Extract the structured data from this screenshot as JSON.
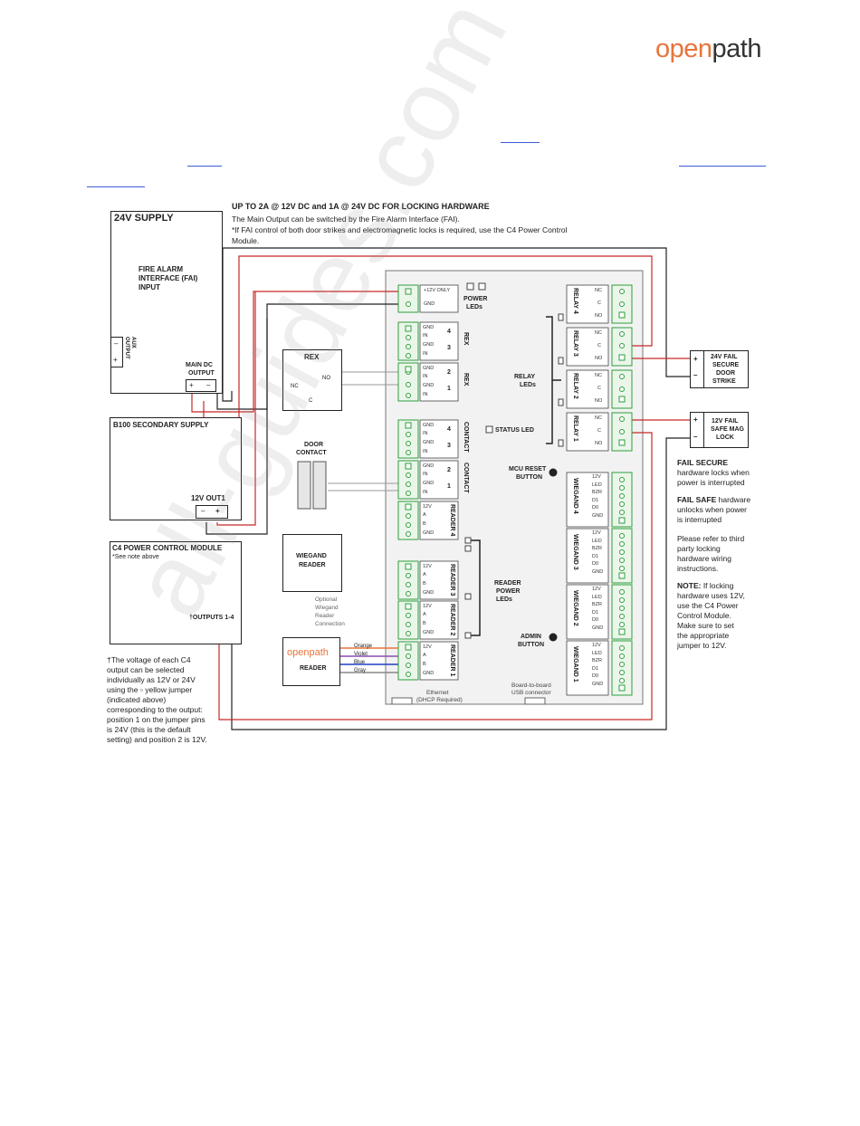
{
  "brand": {
    "logo_a": "open",
    "logo_b": "path"
  },
  "header": {
    "title": "UP TO 2A @ 12V DC and 1A @ 24V DC FOR LOCKING HARDWARE",
    "line1": "The Main Output can be switched by the Fire Alarm Interface (FAI).",
    "line2": "*If FAI control of both door strikes and electromagnetic locks is required, use the C4 Power Control",
    "line3": "Module."
  },
  "supply24": {
    "title": "24V SUPPLY",
    "fai": [
      "FIRE ALARM",
      "INTERFACE (FAI)",
      "INPUT"
    ],
    "aux": [
      "AUX",
      "OUTPUT"
    ],
    "main_dc": [
      "MAIN DC",
      "OUTPUT"
    ],
    "plus": "+",
    "minus": "–"
  },
  "b100": {
    "title": "B100 SECONDARY SUPPLY",
    "out": "12V OUT1",
    "minus": "–",
    "plus": "+"
  },
  "c4": {
    "title": "C4 POWER CONTROL MODULE",
    "note": "*See note above",
    "outputs": "†OUTPUTS 1-4",
    "footnote": [
      "†The voltage of each C4",
      "output can be selected",
      "individually as 12V or 24V",
      "using the ▫ yellow jumper",
      "(indicated above)",
      "corresponding to the output:",
      "position 1 on the jumper pins",
      "is 24V (this is the default",
      "setting) and position 2 is 12V."
    ]
  },
  "rex": {
    "title": "REX",
    "nc": "NC",
    "no": "NO",
    "c": "C"
  },
  "door_contact": [
    "DOOR",
    "CONTACT"
  ],
  "wiegand_reader": [
    "WIEGAND",
    "READER"
  ],
  "optional": [
    "Optional",
    "Wiegand",
    "Reader",
    "Connection"
  ],
  "op_reader": {
    "logo": "openpath",
    "label": "READER"
  },
  "wires": [
    "Orange",
    "Violet",
    "Blue",
    "Gray"
  ],
  "board": {
    "power": {
      "v12": "+12V ONLY",
      "gnd": "GND",
      "leds": [
        "POWER",
        "LEDs"
      ]
    },
    "rex_labels": [
      "REX",
      "REX"
    ],
    "rex_rows": [
      "GND",
      "IN",
      "GND",
      "IN"
    ],
    "rex_nums": [
      "4",
      "3",
      "2",
      "1"
    ],
    "contact_labels": [
      "CONTACT",
      "CONTACT"
    ],
    "reader_rows": [
      "12V",
      "A",
      "B",
      "GND"
    ],
    "reader_labels": [
      "READER 4",
      "READER 3",
      "READER 2",
      "READER 1"
    ],
    "status_led": "STATUS LED",
    "mcu_reset": [
      "MCU RESET",
      "BUTTON"
    ],
    "admin": [
      "ADMIN",
      "BUTTON"
    ],
    "relay_leds": [
      "RELAY",
      "LEDs"
    ],
    "reader_power_leds": [
      "READER",
      "POWER",
      "LEDs"
    ],
    "relay_rows": [
      "NC",
      "C",
      "NO"
    ],
    "relay_labels": [
      "RELAY 4",
      "RELAY 3",
      "RELAY 2",
      "RELAY 1"
    ],
    "wiegand_rows": [
      "12V",
      "LED",
      "BZR",
      "D1",
      "D0",
      "GND"
    ],
    "wiegand_labels": [
      "WIEGAND 4",
      "WIEGAND 3",
      "WIEGAND 2",
      "WIEGAND 1"
    ],
    "ethernet": [
      "Ethernet",
      "(DHCP Required)"
    ],
    "usb": [
      "Board-to-board",
      "USB connector"
    ]
  },
  "strike": {
    "plus": "+",
    "minus": "–",
    "label": [
      "24V FAIL",
      "SECURE",
      "DOOR",
      "STRIKE"
    ]
  },
  "maglock": {
    "plus": "+",
    "minus": "–",
    "label": [
      "12V FAIL",
      "SAFE MAG",
      "LOCK"
    ]
  },
  "notes": {
    "fs_bold": "FAIL SECURE",
    "fs_rest": [
      "hardware locks when",
      "power is interrupted"
    ],
    "fsafe_bold": "FAIL SAFE",
    "fsafe_rest": [
      "hardware",
      "unlocks when power",
      "is interrupted"
    ],
    "third": [
      "Please refer to third",
      "party locking",
      "hardware wiring",
      "instructions."
    ],
    "note_bold": "NOTE:",
    "note_rest": [
      " If locking",
      "hardware uses 12V,",
      "use the C4 Power",
      "Control Module.",
      "Make sure to set",
      "the appropriate",
      "jumper to 12V."
    ]
  },
  "watermark": "all-guides.com",
  "colors": {
    "orange": "#e8743b",
    "wire_red": "#c62828",
    "terminal_green": "#2e9e3a",
    "link_blue": "#3b5bd6"
  }
}
